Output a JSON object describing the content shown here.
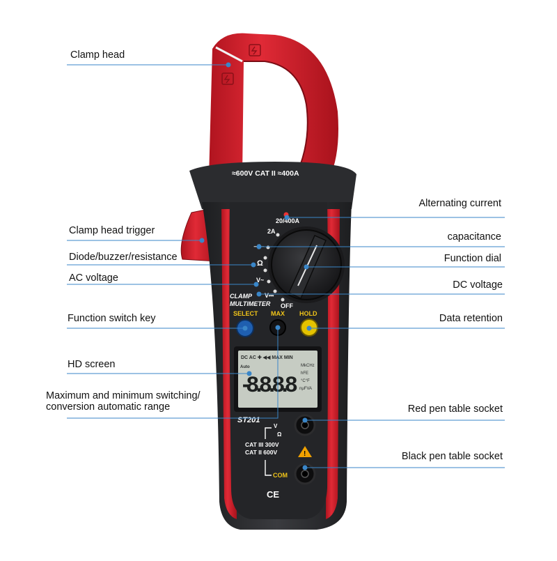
{
  "device": {
    "rating_label": "≈600V CAT II ≈400A",
    "range_20_400A": "20/400A",
    "range_2A": "2A",
    "range_capacitance_symbol": "⊣⊢",
    "range_resistance_symbol": "Ω",
    "range_ac_voltage": "V~",
    "range_dc_voltage": "V⎓",
    "range_off": "OFF",
    "brand_text_line1": "CLAMP",
    "brand_text_line2": "MULTIMETER",
    "button_select": "SELECT",
    "button_max": "MAX",
    "button_hold": "HOLD",
    "lcd_top_indicators": "DC AC ✚ ◀◀ MAX MIN",
    "lcd_auto": "Auto",
    "lcd_digits": "-8.8.8.8",
    "lcd_units_1": "MkCHz",
    "lcd_units_2": "hFE",
    "lcd_units_3": "°C°F",
    "lcd_units_4": "nμFVA",
    "model": "ST201",
    "socket_label_v": "V",
    "socket_label_ohm": "Ω",
    "cat_line1": "CAT III 300V",
    "cat_line2": "CAT II 600V",
    "com_label": "COM",
    "ce_mark": "CE",
    "colors": {
      "red_body": "#d11f2d",
      "dark_body": "#2a2b2e",
      "callout_line": "#3a86c8",
      "select_blue": "#1f5fb0",
      "hold_yellow": "#e4c200",
      "text_yellow": "#f0c419"
    }
  },
  "callouts": {
    "clamp_head": "Clamp head",
    "clamp_head_trigger": "Clamp head trigger",
    "diode_buzzer_resistance": "Diode/buzzer/resistance",
    "ac_voltage": "AC voltage",
    "function_switch_key": "Function switch key",
    "hd_screen": "HD screen",
    "max_min_line1": "Maximum and minimum switching/",
    "max_min_line2": "conversion automatic range",
    "alternating_current": "Alternating current",
    "capacitance": "capacitance",
    "function_dial": "Function dial",
    "dc_voltage": "DC voltage",
    "data_retention": "Data retention",
    "red_pen_socket": "Red pen table socket",
    "black_pen_socket": "Black pen table socket"
  }
}
